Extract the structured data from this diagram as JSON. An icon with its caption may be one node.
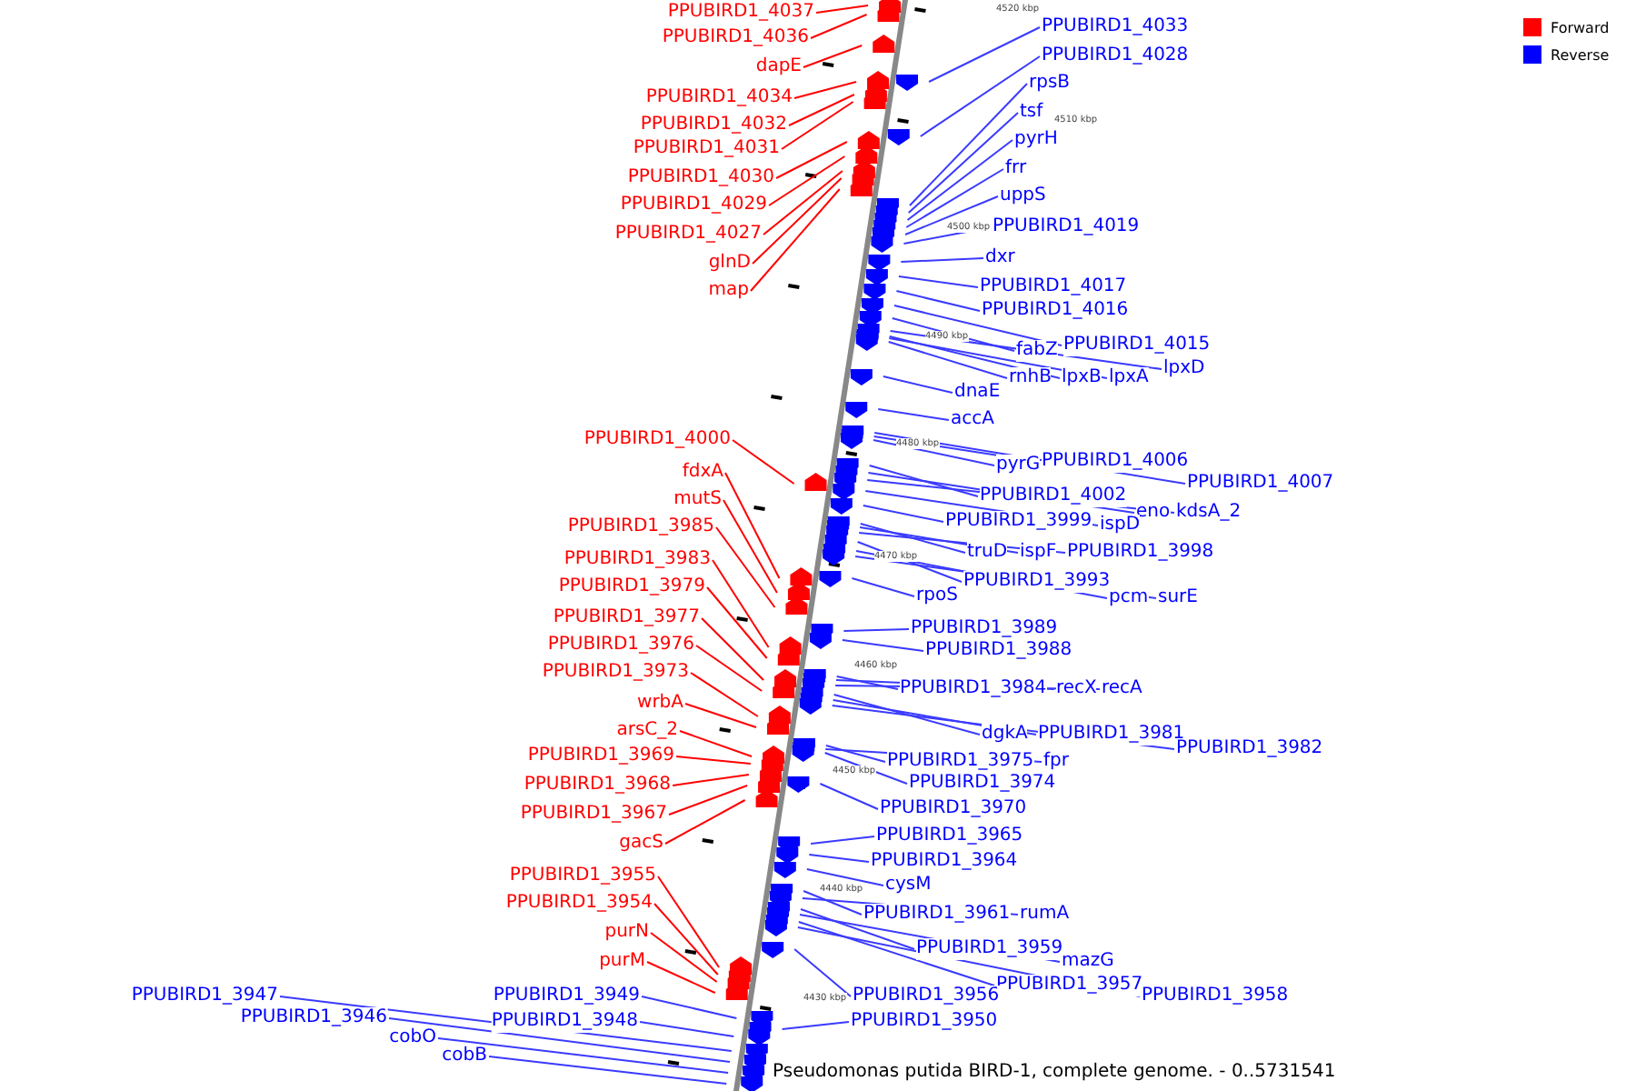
{
  "diagram": {
    "caption": "Pseudomonas putida BIRD-1, complete genome. - 0..5731541",
    "nodes": [
      {
        "text": [
          "PPUBIRD1_4037"
        ]
      },
      {
        "text": [
          "PPUBIRD1_4036"
        ]
      },
      {
        "text": [
          "dapE"
        ]
      },
      {
        "text": [
          "PPUBIRD1_4034"
        ]
      },
      {
        "text": [
          "PPUBIRD1_4032"
        ]
      },
      {
        "text": [
          "PPUBIRD1_4031"
        ]
      },
      {
        "text": [
          "PPUBIRD1_4030"
        ]
      },
      {
        "text": [
          "PPUBIRD1_4029"
        ]
      },
      {
        "text": [
          "PPUBIRD1_4027"
        ]
      },
      {
        "text": [
          "glnD"
        ]
      },
      {
        "text": [
          "map"
        ]
      },
      {
        "text": [
          "PPUBIRD1_4000"
        ]
      },
      {
        "text": [
          "fdxA"
        ]
      },
      {
        "text": [
          "mutS"
        ]
      },
      {
        "text": [
          "PPUBIRD1_3985"
        ]
      },
      {
        "text": [
          "PPUBIRD1_3983"
        ]
      },
      {
        "text": [
          "PPUBIRD1_3979"
        ]
      },
      {
        "text": [
          "PPUBIRD1_3977"
        ]
      },
      {
        "text": [
          "PPUBIRD1_3976"
        ]
      },
      {
        "text": [
          "PPUBIRD1_3973"
        ]
      },
      {
        "text": [
          "wrbA"
        ]
      },
      {
        "text": [
          "arsC_2"
        ]
      },
      {
        "text": [
          "PPUBIRD1_3969"
        ]
      },
      {
        "text": [
          "PPUBIRD1_3968"
        ]
      },
      {
        "text": [
          "PPUBIRD1_3967"
        ]
      },
      {
        "text": [
          "gacS"
        ]
      },
      {
        "text": [
          "PPUBIRD1_3955"
        ]
      },
      {
        "text": [
          "PPUBIRD1_3954"
        ]
      },
      {
        "text": [
          "purN"
        ]
      },
      {
        "text": [
          "purM"
        ]
      },
      {
        "text": [
          "PPUBIRD1_4033"
        ]
      },
      {
        "text": [
          "PPUBIRD1_4028"
        ]
      },
      {
        "text": [
          "rpsB"
        ]
      },
      {
        "text": [
          "tsf"
        ]
      },
      {
        "text": [
          "pyrH"
        ]
      },
      {
        "text": [
          "frr"
        ]
      },
      {
        "text": [
          "uppS"
        ]
      },
      {
        "text": [
          "PPUBIRD1_4019"
        ]
      },
      {
        "text": [
          "dxr"
        ]
      },
      {
        "text": [
          "PPUBIRD1_4017"
        ]
      },
      {
        "text": [
          "PPUBIRD1_4016"
        ]
      },
      {
        "text": [
          "fabZ"
        ]
      },
      {
        "text": [
          "PPUBIRD1_4015"
        ]
      },
      {
        "text": [
          "lpxD"
        ]
      },
      {
        "text": [
          "rnhB"
        ]
      },
      {
        "text": [
          "lpxB"
        ]
      },
      {
        "text": [
          "lpxA"
        ]
      },
      {
        "text": [
          "dnaE"
        ]
      },
      {
        "text": [
          "accA"
        ]
      },
      {
        "text": [
          "pyrG"
        ]
      },
      {
        "text": [
          "PPUBIRD1_4006"
        ]
      },
      {
        "text": [
          "PPUBIRD1_4007"
        ]
      },
      {
        "text": [
          "PPUBIRD1_4002"
        ]
      },
      {
        "text": [
          "eno"
        ]
      },
      {
        "text": [
          "kdsA_2"
        ]
      },
      {
        "text": [
          "PPUBIRD1_3999"
        ]
      },
      {
        "text": [
          "ispD"
        ]
      },
      {
        "text": [
          "truD"
        ]
      },
      {
        "text": [
          "ispF"
        ]
      },
      {
        "text": [
          "PPUBIRD1_3998"
        ]
      },
      {
        "text": [
          "PPUBIRD1_3993"
        ]
      },
      {
        "text": [
          "pcm"
        ]
      },
      {
        "text": [
          "surE"
        ]
      },
      {
        "text": [
          "rpoS"
        ]
      },
      {
        "text": [
          "PPUBIRD1_3989"
        ]
      },
      {
        "text": [
          "PPUBIRD1_3988"
        ]
      },
      {
        "text": [
          "PPUBIRD1_3984"
        ]
      },
      {
        "text": [
          "recX"
        ]
      },
      {
        "text": [
          "recA"
        ]
      },
      {
        "text": [
          "dgkA"
        ]
      },
      {
        "text": [
          "PPUBIRD1_3981"
        ]
      },
      {
        "text": [
          "PPUBIRD1_3982"
        ]
      },
      {
        "text": [
          "PPUBIRD1_3975"
        ]
      },
      {
        "text": [
          "fpr"
        ]
      },
      {
        "text": [
          "PPUBIRD1_3974"
        ]
      },
      {
        "text": [
          "PPUBIRD1_3970"
        ]
      },
      {
        "text": [
          "PPUBIRD1_3965"
        ]
      },
      {
        "text": [
          "PPUBIRD1_3964"
        ]
      },
      {
        "text": [
          "cysM"
        ]
      },
      {
        "text": [
          "PPUBIRD1_3961"
        ]
      },
      {
        "text": [
          "rumA"
        ]
      },
      {
        "text": [
          "PPUBIRD1_3959"
        ]
      },
      {
        "text": [
          "mazG"
        ]
      },
      {
        "text": [
          "PPUBIRD1_3957"
        ]
      },
      {
        "text": [
          "PPUBIRD1_3958"
        ]
      },
      {
        "text": [
          "PPUBIRD1_3956"
        ]
      },
      {
        "text": [
          "PPUBIRD1_3950"
        ]
      },
      {
        "text": [
          "PPUBIRD1_3947"
        ]
      },
      {
        "text": [
          "PPUBIRD1_3949"
        ]
      },
      {
        "text": [
          "PPUBIRD1_3946"
        ]
      },
      {
        "text": [
          "PPUBIRD1_3948"
        ]
      },
      {
        "text": [
          "cobO"
        ]
      },
      {
        "text": [
          "cobB"
        ]
      }
    ],
    "edges": [
      {
        "from": 0,
        "to": null,
        "arrow": "none",
        "color": "#ff0000"
      },
      {
        "from": 1,
        "to": null,
        "arrow": "none",
        "color": "#ff0000"
      },
      {
        "from": 2,
        "to": null,
        "arrow": "none",
        "color": "#ff0000"
      },
      {
        "from": 3,
        "to": null,
        "arrow": "none",
        "color": "#ff0000"
      },
      {
        "from": 4,
        "to": null,
        "arrow": "none",
        "color": "#ff0000"
      },
      {
        "from": 5,
        "to": null,
        "arrow": "none",
        "color": "#ff0000"
      },
      {
        "from": 6,
        "to": null,
        "arrow": "none",
        "color": "#ff0000"
      },
      {
        "from": 7,
        "to": null,
        "arrow": "none",
        "color": "#ff0000"
      },
      {
        "from": 8,
        "to": null,
        "arrow": "none",
        "color": "#ff0000"
      },
      {
        "from": 9,
        "to": null,
        "arrow": "none",
        "color": "#ff0000"
      },
      {
        "from": 10,
        "to": null,
        "arrow": "none",
        "color": "#ff0000"
      },
      {
        "from": 11,
        "to": null,
        "arrow": "none",
        "color": "#ff0000"
      },
      {
        "from": 12,
        "to": null,
        "arrow": "none",
        "color": "#ff0000"
      },
      {
        "from": 13,
        "to": null,
        "arrow": "none",
        "color": "#ff0000"
      },
      {
        "from": 14,
        "to": null,
        "arrow": "none",
        "color": "#ff0000"
      },
      {
        "from": 15,
        "to": null,
        "arrow": "none",
        "color": "#ff0000"
      },
      {
        "from": 16,
        "to": null,
        "arrow": "none",
        "color": "#ff0000"
      },
      {
        "from": 17,
        "to": null,
        "arrow": "none",
        "color": "#ff0000"
      },
      {
        "from": 18,
        "to": null,
        "arrow": "none",
        "color": "#ff0000"
      },
      {
        "from": 19,
        "to": null,
        "arrow": "none",
        "color": "#ff0000"
      },
      {
        "from": 20,
        "to": null,
        "arrow": "none",
        "color": "#ff0000"
      },
      {
        "from": 21,
        "to": null,
        "arrow": "none",
        "color": "#ff0000"
      },
      {
        "from": 22,
        "to": null,
        "arrow": "none",
        "color": "#ff0000"
      },
      {
        "from": 23,
        "to": null,
        "arrow": "none",
        "color": "#ff0000"
      },
      {
        "from": 24,
        "to": null,
        "arrow": "none",
        "color": "#ff0000"
      },
      {
        "from": 25,
        "to": null,
        "arrow": "none",
        "color": "#ff0000"
      },
      {
        "from": 26,
        "to": null,
        "arrow": "none",
        "color": "#ff0000"
      },
      {
        "from": 27,
        "to": null,
        "arrow": "none",
        "color": "#ff0000"
      },
      {
        "from": 28,
        "to": null,
        "arrow": "none",
        "color": "#ff0000"
      },
      {
        "from": 29,
        "to": null,
        "arrow": "none",
        "color": "#ff0000"
      },
      {
        "from": 30,
        "to": null,
        "arrow": "none"
      },
      {
        "from": 31,
        "to": null,
        "arrow": "none"
      },
      {
        "from": 32,
        "to": null,
        "arrow": "none"
      },
      {
        "from": 33,
        "to": null,
        "arrow": "none"
      },
      {
        "from": 34,
        "to": null,
        "arrow": "none"
      },
      {
        "from": 35,
        "to": null,
        "arrow": "none"
      },
      {
        "from": 36,
        "to": null,
        "arrow": "none"
      },
      {
        "from": 37,
        "to": null,
        "arrow": "none"
      },
      {
        "from": 38,
        "to": null,
        "arrow": "none"
      },
      {
        "from": 39,
        "to": null,
        "arrow": "none"
      },
      {
        "from": 40,
        "to": null,
        "arrow": "none"
      },
      {
        "from": 41,
        "to": null,
        "arrow": "none"
      },
      {
        "from": 42,
        "to": null,
        "arrow": "none"
      },
      {
        "from": 43,
        "to": null,
        "arrow": "none"
      },
      {
        "from": 44,
        "to": null,
        "arrow": "none"
      },
      {
        "from": 45,
        "to": null,
        "arrow": "none"
      },
      {
        "from": 46,
        "to": null,
        "arrow": "none"
      },
      {
        "from": 47,
        "to": null,
        "arrow": "none"
      },
      {
        "from": 48,
        "to": null,
        "arrow": "none"
      },
      {
        "from": 49,
        "to": null,
        "arrow": "none"
      },
      {
        "from": 50,
        "to": null,
        "arrow": "none"
      },
      {
        "from": 51,
        "to": null,
        "arrow": "none"
      },
      {
        "from": 52,
        "to": null,
        "arrow": "none"
      },
      {
        "from": 53,
        "to": null,
        "arrow": "none"
      },
      {
        "from": 54,
        "to": null,
        "arrow": "none"
      },
      {
        "from": 55,
        "to": null,
        "arrow": "none"
      },
      {
        "from": 56,
        "to": null,
        "arrow": "none"
      },
      {
        "from": 57,
        "to": null,
        "arrow": "none"
      },
      {
        "from": 58,
        "to": null,
        "arrow": "none"
      },
      {
        "from": 59,
        "to": null,
        "arrow": "none"
      },
      {
        "from": 60,
        "to": null,
        "arrow": "none"
      },
      {
        "from": 61,
        "to": null,
        "arrow": "none"
      },
      {
        "from": 62,
        "to": null,
        "arrow": "none"
      },
      {
        "from": 63,
        "to": null,
        "arrow": "none"
      },
      {
        "from": 64,
        "to": null,
        "arrow": "none"
      },
      {
        "from": 65,
        "to": null,
        "arrow": "none"
      },
      {
        "from": 66,
        "to": null,
        "arrow": "none"
      },
      {
        "from": 67,
        "to": null,
        "arrow": "none"
      },
      {
        "from": 68,
        "to": null,
        "arrow": "none"
      },
      {
        "from": 69,
        "to": null,
        "arrow": "none"
      },
      {
        "from": 70,
        "to": null,
        "arrow": "none"
      },
      {
        "from": 71,
        "to": null,
        "arrow": "none"
      },
      {
        "from": 72,
        "to": null,
        "arrow": "none"
      },
      {
        "from": 73,
        "to": null,
        "arrow": "none"
      },
      {
        "from": 74,
        "to": null,
        "arrow": "none"
      },
      {
        "from": 75,
        "to": null,
        "arrow": "none"
      },
      {
        "from": 76,
        "to": null,
        "arrow": "none"
      },
      {
        "from": 77,
        "to": null,
        "arrow": "none"
      },
      {
        "from": 78,
        "to": null,
        "arrow": "none"
      },
      {
        "from": 79,
        "to": null,
        "arrow": "none"
      },
      {
        "from": 80,
        "to": null,
        "arrow": "none"
      },
      {
        "from": 81,
        "to": null,
        "arrow": "none"
      },
      {
        "from": 82,
        "to": null,
        "arrow": "none"
      },
      {
        "from": 83,
        "to": null,
        "arrow": "none"
      },
      {
        "from": 84,
        "to": null,
        "arrow": "none"
      },
      {
        "from": 85,
        "to": null,
        "arrow": "none"
      },
      {
        "from": 86,
        "to": null,
        "arrow": "none"
      },
      {
        "from": 87,
        "to": null,
        "arrow": "none"
      },
      {
        "from": 88,
        "to": null,
        "arrow": "none"
      },
      {
        "from": 89,
        "to": null,
        "arrow": "none"
      },
      {
        "from": 90,
        "to": null,
        "arrow": "none"
      },
      {
        "from": 91,
        "to": null,
        "arrow": "none"
      },
      {
        "from": 92,
        "to": null,
        "arrow": "none"
      }
    ],
    "labels": [
      "4520 kbp",
      "4510 kbp",
      "4500 kbp",
      "4490 kbp",
      "4480 kbp",
      "4470 kbp",
      "4460 kbp",
      "4450 kbp",
      "4440 kbp",
      "4430 kbp"
    ],
    "legend": [
      {
        "text": "Forward",
        "color": "#ff0000"
      },
      {
        "text": "Reverse",
        "color": "#0000ff"
      }
    ]
  }
}
